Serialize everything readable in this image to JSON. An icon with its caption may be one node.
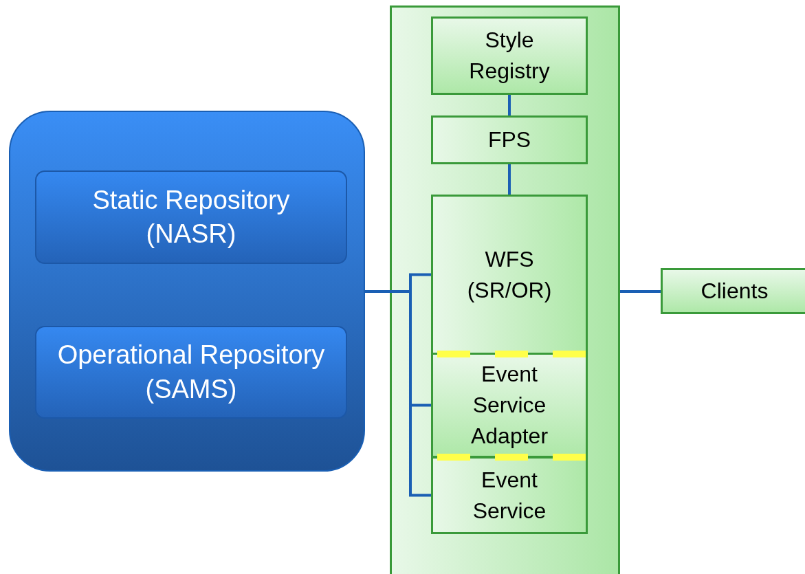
{
  "diagram": {
    "nodes": [
      {
        "text": [],
        "shape": "box"
      },
      {
        "text": [
          "Static Repository (NASR)"
        ],
        "in": 0
      },
      {
        "text": [
          "Operational Repository (SAMS)"
        ],
        "in": 0
      },
      {
        "text": [],
        "shape": "box"
      },
      {
        "text": [
          "Style Registry"
        ],
        "in": 3
      },
      {
        "text": [
          "FPS"
        ],
        "in": 3
      },
      {
        "text": [
          "WFS (SR/OR)"
        ],
        "in": 3
      },
      {
        "text": [
          "Event Service Adapter"
        ],
        "in": 3
      },
      {
        "text": [
          "Event Service"
        ],
        "in": 3
      },
      {
        "text": [
          "Clients"
        ]
      }
    ],
    "edges": [
      {
        "from": 4,
        "to": 5,
        "arrow": "none"
      },
      {
        "from": 5,
        "to": 6,
        "arrow": "none"
      },
      {
        "from": 0,
        "to": 6,
        "arrow": "none"
      },
      {
        "from": 0,
        "to": 7,
        "arrow": "none"
      },
      {
        "from": 0,
        "to": 8,
        "arrow": "none"
      },
      {
        "from": 3,
        "to": 9,
        "arrow": "none"
      }
    ]
  }
}
